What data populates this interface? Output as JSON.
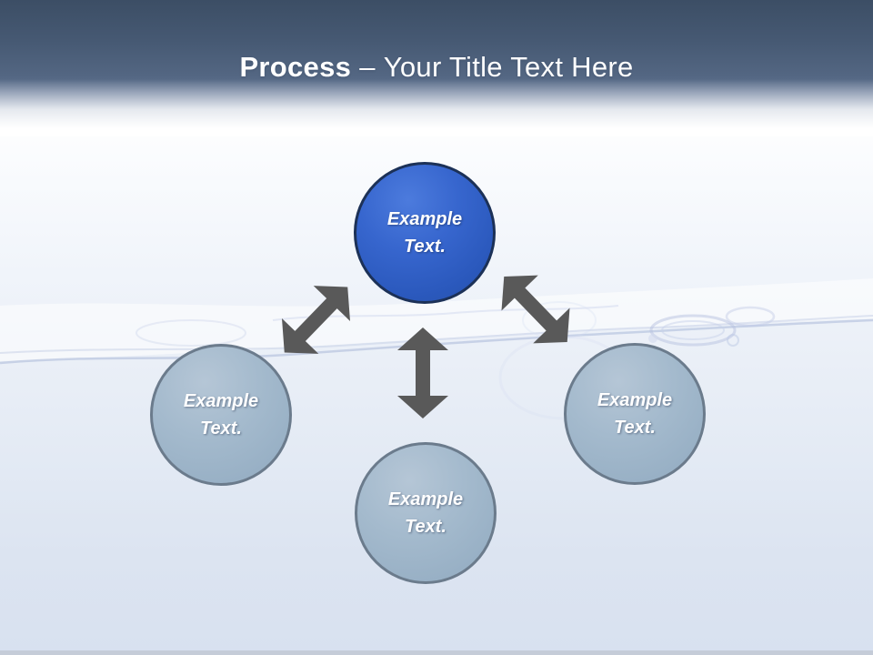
{
  "header": {
    "title_primary": "Process",
    "title_separator": "–",
    "title_secondary": "Your Title Text Here"
  },
  "diagram": {
    "nodes": [
      {
        "id": "top",
        "label": "Example Text.",
        "variant": "primary"
      },
      {
        "id": "left",
        "label": "Example Text.",
        "variant": "secondary"
      },
      {
        "id": "bottom",
        "label": "Example Text.",
        "variant": "secondary"
      },
      {
        "id": "right",
        "label": "Example Text.",
        "variant": "secondary"
      }
    ],
    "connectors": [
      {
        "id": "top-to-left",
        "type": "double-headed-arrow"
      },
      {
        "id": "top-to-bottom",
        "type": "double-headed-arrow"
      },
      {
        "id": "top-to-right",
        "type": "double-headed-arrow"
      }
    ]
  },
  "colors": {
    "header_top": "#3c4e65",
    "header_bottom": "#93a7c2",
    "title_text": "#ffffff",
    "primary_node_fill": "#2e5ec4",
    "primary_node_border": "#1c3157",
    "secondary_node_fill": "#9db4c8",
    "secondary_node_border": "#6b7b8c",
    "arrow": "#595959",
    "body_bottom": "#d8e1f0",
    "footer_strip": "#c5ccd8"
  }
}
